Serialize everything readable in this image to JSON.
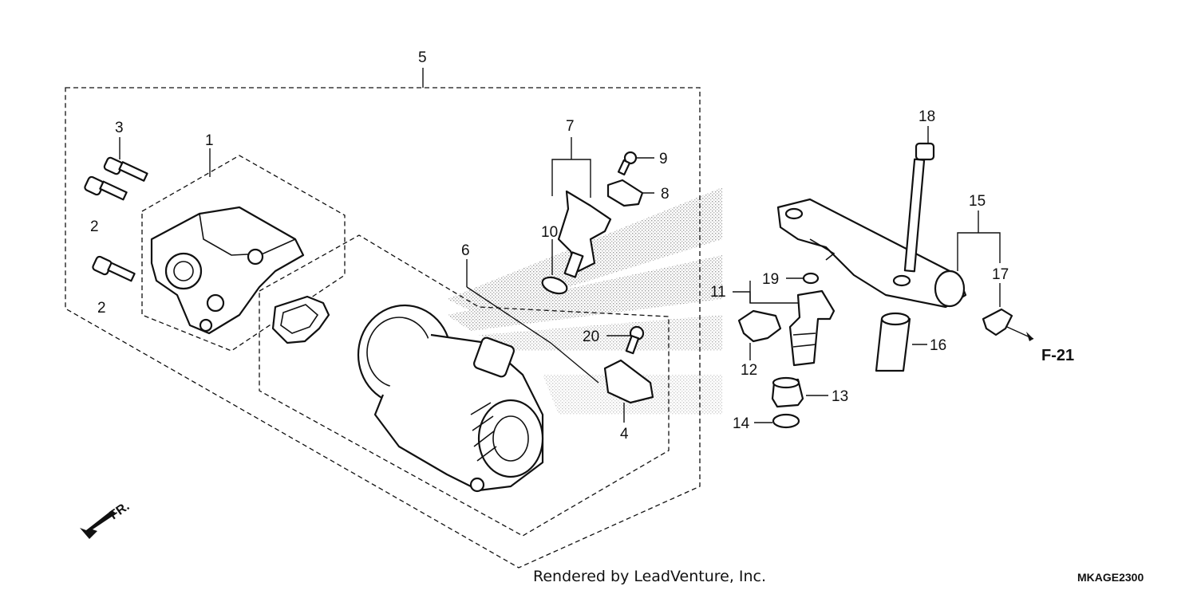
{
  "callouts": {
    "c1": "1",
    "c2a": "2",
    "c2b": "2",
    "c3": "3",
    "c4": "4",
    "c5": "5",
    "c6": "6",
    "c7": "7",
    "c8": "8",
    "c9": "9",
    "c10": "10",
    "c11": "11",
    "c12": "12",
    "c13": "13",
    "c14": "14",
    "c15": "15",
    "c16": "16",
    "c17": "17",
    "c18": "18",
    "c19": "19",
    "c20": "20"
  },
  "reference": "F-21",
  "front_marker": "FR.",
  "credit": "Rendered by LeadVenture, Inc.",
  "diagram_code": "MKAGE2300",
  "icons": {
    "front_arrow": "arrow-left-down-icon"
  }
}
